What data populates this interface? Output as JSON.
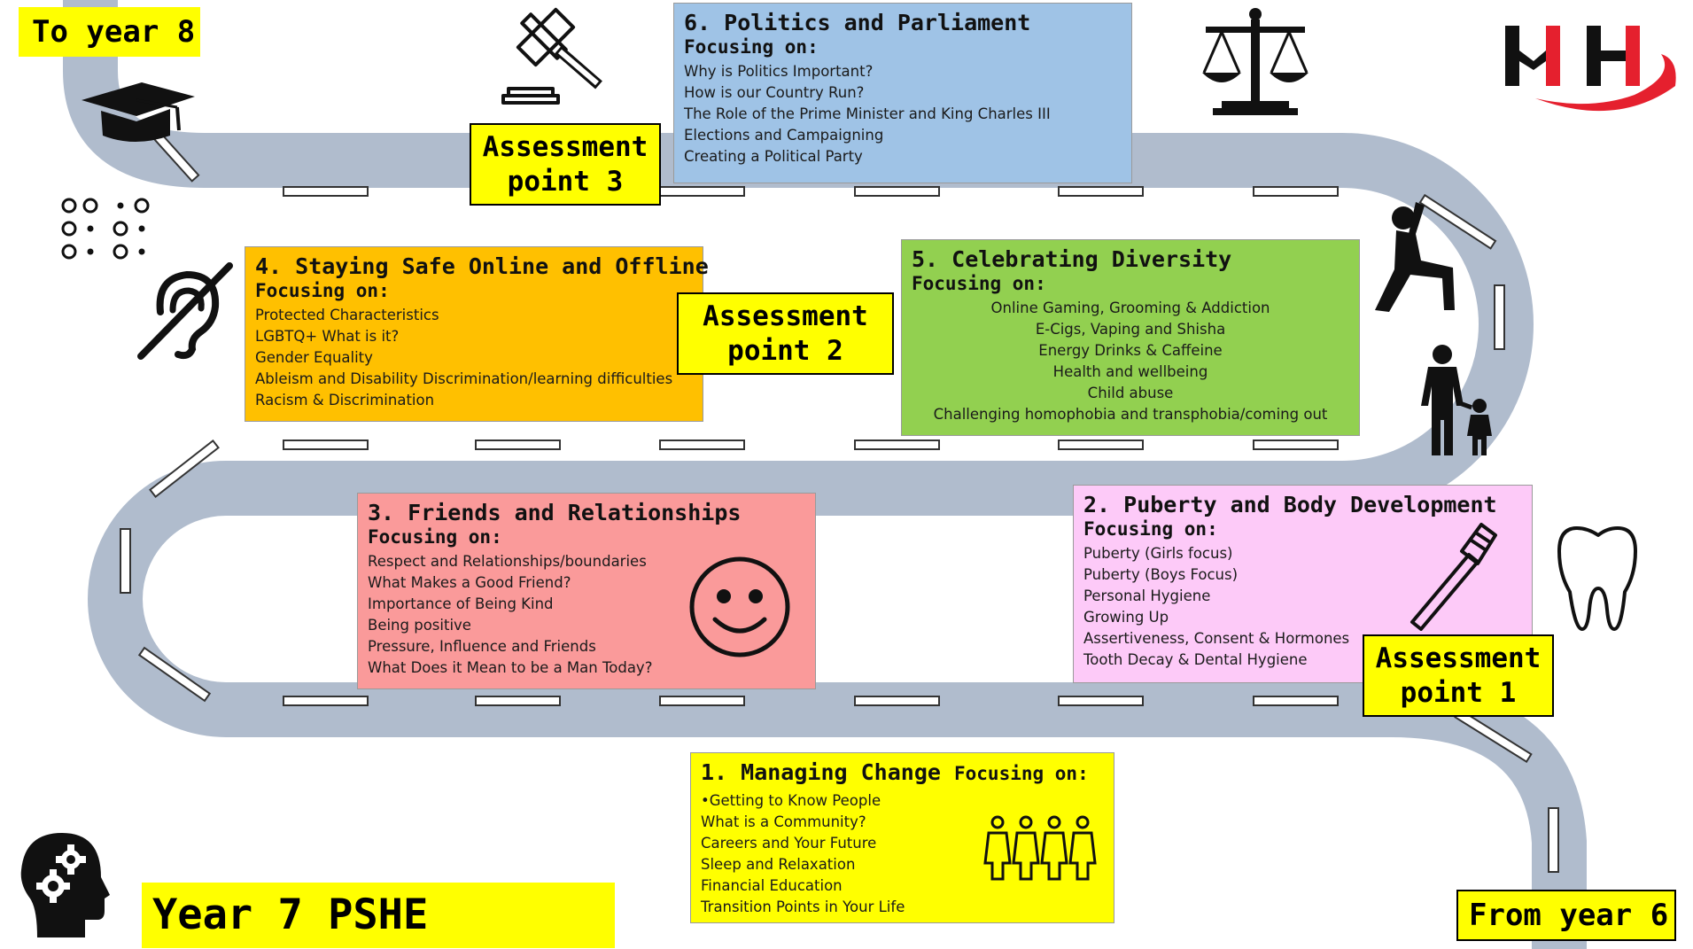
{
  "title": "Year 7 PSHE",
  "to_label": "To year 8",
  "from_label": "From year 6",
  "focus_label": "Focusing on:",
  "colors": {
    "road": "#b0bccd",
    "yellow": "#ffff00",
    "topic1": "#ffff00",
    "topic2": "#fdcaf8",
    "topic3": "#fa9a9a",
    "topic4": "#ffc000",
    "topic5": "#92d050",
    "topic6": "#9fc3e6",
    "logo_red": "#e5202e"
  },
  "topics": [
    {
      "heading": "1. Managing Change",
      "items": [
        "•Getting to Know People",
        "What is a Community?",
        "Careers and Your Future",
        "Sleep and Relaxation",
        "Financial Education",
        "Transition Points in Your Life"
      ]
    },
    {
      "heading": "2. Puberty and Body Development",
      "items": [
        "Puberty (Girls focus)",
        "Puberty (Boys Focus)",
        "Personal Hygiene",
        "Growing Up",
        "Assertiveness, Consent & Hormones",
        "Tooth Decay & Dental Hygiene"
      ]
    },
    {
      "heading": "3. Friends and Relationships",
      "items": [
        "Respect and Relationships/boundaries",
        "What Makes a Good Friend?",
        "Importance of Being Kind",
        "Being positive",
        "Pressure, Influence and Friends",
        "What Does it Mean to be a Man Today?"
      ]
    },
    {
      "heading": "4. Staying Safe Online and Offline",
      "items": [
        "Protected Characteristics",
        "LGBTQ+ What is it?",
        "Gender Equality",
        "Ableism and Disability Discrimination/learning difficulties",
        "Racism & Discrimination"
      ]
    },
    {
      "heading": "5. Celebrating Diversity",
      "items": [
        "Online Gaming, Grooming & Addiction",
        "E-Cigs, Vaping and Shisha",
        "Energy Drinks & Caffeine",
        "Health and wellbeing",
        "Child abuse",
        "Challenging homophobia and transphobia/coming out"
      ]
    },
    {
      "heading": "6. Politics and Parliament",
      "items": [
        "Why is Politics Important?",
        "How is our Country Run?",
        "The Role of the Prime Minister and King Charles III",
        "Elections and Campaigning",
        "Creating a Political Party"
      ]
    }
  ],
  "assessments": [
    {
      "line1": "Assessment",
      "line2": "point 1"
    },
    {
      "line1": "Assessment",
      "line2": "point 2"
    },
    {
      "line1": "Assessment",
      "line2": "point 3"
    }
  ],
  "icons": [
    "graduation-cap-icon",
    "braille-icon",
    "hearing-impaired-icon",
    "gavel-icon",
    "scales-icon",
    "logo-icon",
    "athlete-icon",
    "parent-child-icon",
    "tooth-icon",
    "toothbrush-icon",
    "smiley-icon",
    "people-group-icon",
    "head-gears-icon"
  ]
}
